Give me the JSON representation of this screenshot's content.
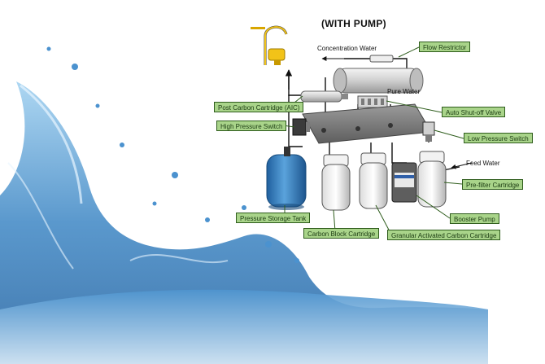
{
  "title": "(WITH PUMP)",
  "flow_labels": {
    "concentration_water": "Concentration Water",
    "pure_water": "Pure Water",
    "feed_water": "Feed Water"
  },
  "components": {
    "flow_restrictor": "Flow Restrictor",
    "post_carbon": "Post Carbon Cartridge (AIC)",
    "high_pressure_switch": "High Pressure Switch",
    "auto_shutoff_valve": "Auto Shut-off Valve",
    "low_pressure_switch": "Low Pressure Switch",
    "prefilter": "Pre-filter Cartridge",
    "booster_pump": "Booster Pump",
    "granular_carbon": "Granular Activated Carbon Cartridge",
    "carbon_block": "Carbon Block Cartridge",
    "pressure_tank": "Pressure Storage Tank"
  },
  "colors": {
    "label_fill": "#a9d48a",
    "label_border": "#2f5d1d",
    "tank_blue": "#2f7fc1",
    "water_blue": "#3d86c4",
    "faucet_yellow": "#f2c318"
  }
}
